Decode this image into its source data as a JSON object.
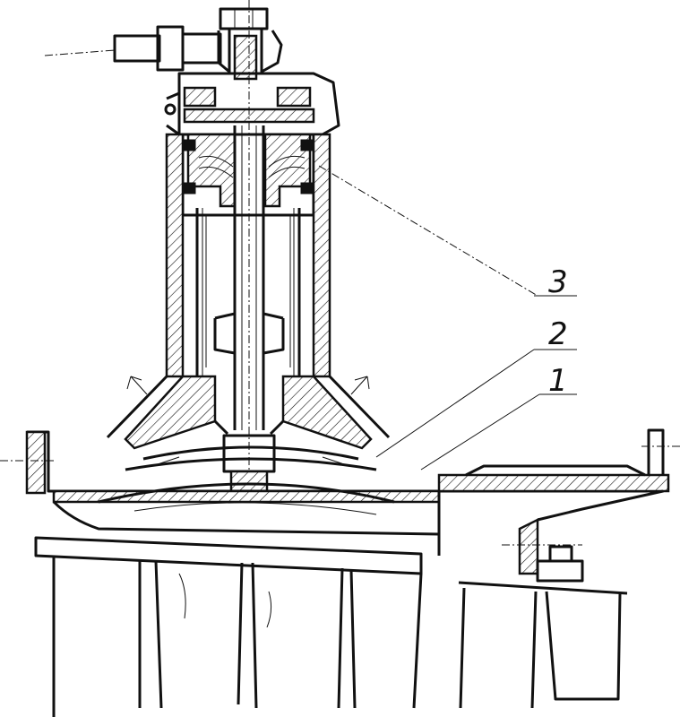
{
  "callouts": [
    {
      "id": "3",
      "label": "3"
    },
    {
      "id": "2",
      "label": "2"
    },
    {
      "id": "1",
      "label": "1"
    }
  ],
  "colors": {
    "ink": "#111111",
    "paper": "#ffffff"
  }
}
